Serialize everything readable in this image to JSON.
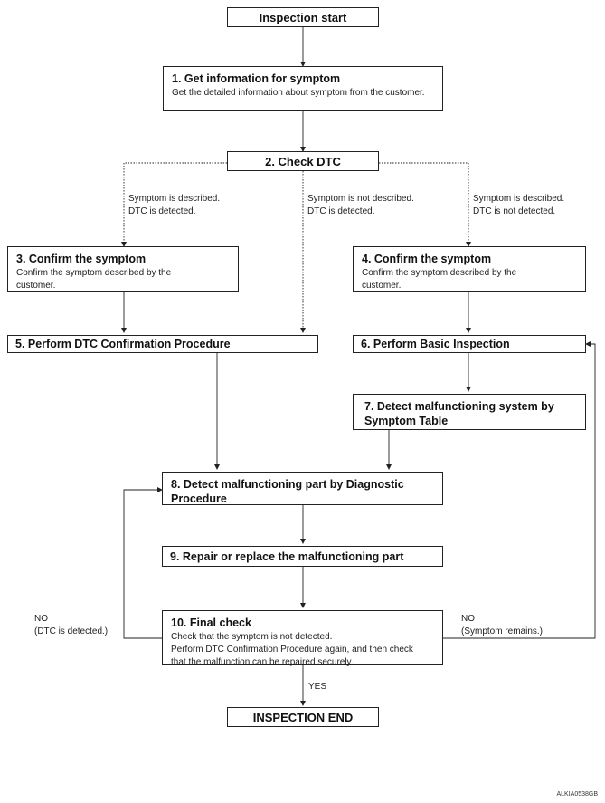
{
  "start": "Inspection start",
  "step1": {
    "title": "1. Get information for symptom",
    "desc": "Get the detailed information about symptom from the customer."
  },
  "step2": "2. Check DTC",
  "branch_a": "Symptom is described.\nDTC is detected.",
  "branch_b": "Symptom is not described.\nDTC is detected.",
  "branch_c": "Symptom is described.\nDTC is not detected.",
  "step3": {
    "title": "3. Confirm the symptom",
    "desc": "Confirm the symptom described by the customer."
  },
  "step4": {
    "title": "4. Confirm the symptom",
    "desc": "Confirm the symptom described by the customer."
  },
  "step5": "5. Perform DTC Confirmation Procedure",
  "step6": "6. Perform Basic Inspection",
  "step7": "7. Detect malfunctioning system by Symptom Table",
  "step8": "8. Detect malfunctioning part by Diagnostic Procedure",
  "step9": "9. Repair or replace the malfunctioning part",
  "step10": {
    "title": "10. Final check",
    "desc": "Check that the symptom is not detected.\nPerform DTC Confirmation Procedure again, and then check that the malfunction can be repaired securely."
  },
  "no_left": "NO\n(DTC is detected.)",
  "no_right": "NO\n(Symptom remains.)",
  "yes": "YES",
  "end": "INSPECTION END",
  "figure_code": "ALKIA0538GB"
}
